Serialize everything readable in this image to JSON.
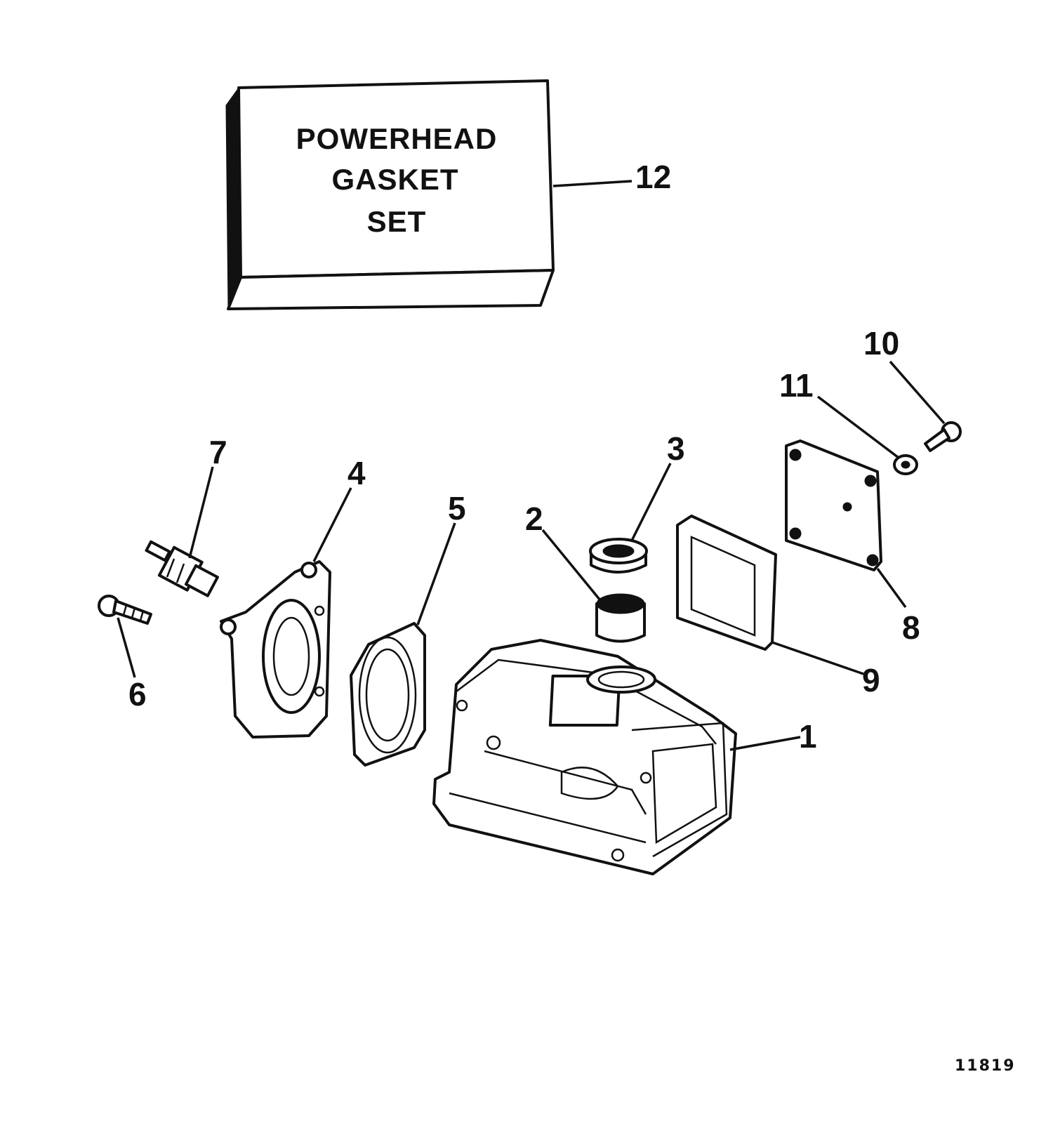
{
  "gasket_box": {
    "line1": "POWERHEAD",
    "line2": "GASKET",
    "line3": "SET"
  },
  "callouts": [
    {
      "id": "1",
      "label": "1"
    },
    {
      "id": "2",
      "label": "2"
    },
    {
      "id": "3",
      "label": "3"
    },
    {
      "id": "4",
      "label": "4"
    },
    {
      "id": "5",
      "label": "5"
    },
    {
      "id": "6",
      "label": "6"
    },
    {
      "id": "7",
      "label": "7"
    },
    {
      "id": "8",
      "label": "8"
    },
    {
      "id": "9",
      "label": "9"
    },
    {
      "id": "10",
      "label": "10"
    },
    {
      "id": "11",
      "label": "11"
    },
    {
      "id": "12",
      "label": "12"
    }
  ],
  "figure_number": "11819"
}
